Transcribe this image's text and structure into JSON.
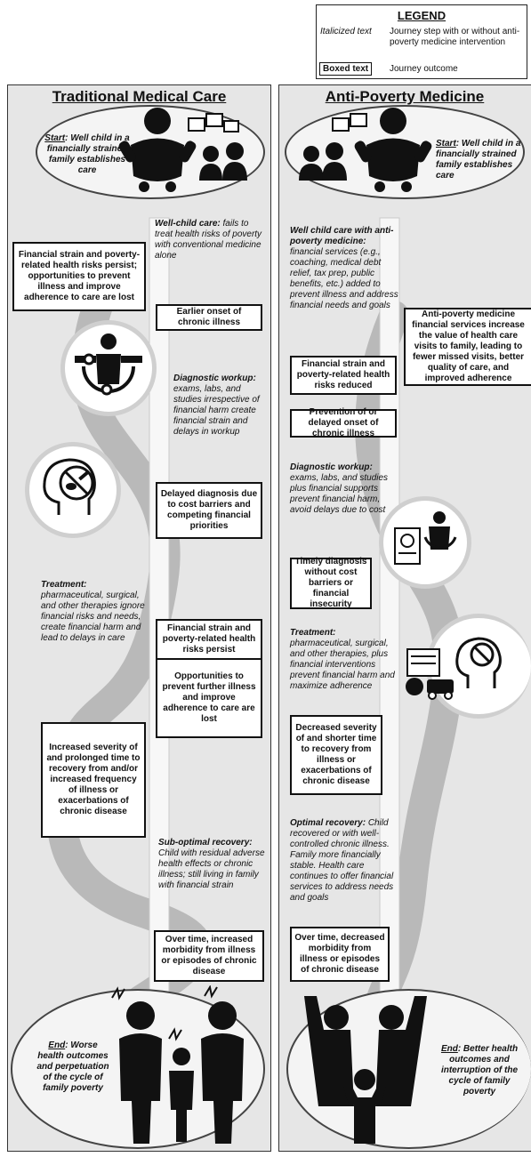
{
  "legend": {
    "title": "LEGEND",
    "italic_key": "Italicized text",
    "italic_desc": "Journey step with or without anti-poverty medicine intervention",
    "boxed_key": "Boxed text",
    "boxed_desc": "Journey outcome"
  },
  "left": {
    "title": "Traditional Medical Care",
    "start_label": "Start",
    "start_text": ": Well child in a financially strained family establishes care",
    "step1_label": "Well-child care:",
    "step1_text": " fails to treat health risks of poverty with conventional medicine alone",
    "side_box1": "Financial strain and poverty-related health risks persist; opportunities to prevent illness and improve adherence to care are lost",
    "box_onset": "Earlier onset of chronic illness",
    "diag_label": "Diagnostic workup:",
    "diag_text": " exams, labs, and studies irrespective of financial harm create financial strain and delays in workup",
    "box_delayed": "Delayed diagnosis due to cost barriers and competing financial priorities",
    "treat_label": "Treatment:",
    "treat_text": " pharmaceutical, surgical, and other therapies ignore financial risks and needs, create financial harm and lead to delays in care",
    "box_strain": "Financial strain and poverty-related health risks persist",
    "box_opps": "Opportunities to prevent further illness and improve adherence to care are lost",
    "box_severity": "Increased severity of and prolonged time to recovery from and/or increased frequency of illness or exacerbations of chronic disease",
    "sub_label": "Sub-optimal recovery:",
    "sub_text": " Child with residual adverse health effects or chronic illness; still living in family with financial strain",
    "box_morbidity": "Over time, increased morbidity from illness or episodes of chronic disease",
    "end_label": "End",
    "end_text": ": Worse health outcomes and perpetuation of the cycle of family poverty"
  },
  "right": {
    "title": "Anti-Poverty Medicine",
    "start_label": "Start",
    "start_text": ": Well child in a financially strained family establishes care",
    "step1_label": "Well child care with anti-poverty medicine:",
    "step1_text": " financial services (e.g., coaching, medical debt relief, tax prep, public benefits, etc.) added to prevent illness and address financial needs and goals",
    "side_box1": "Anti-poverty medicine financial services increase the value of health care visits to family, leading to fewer missed visits, better quality of care, and improved adherence",
    "box_reduced": "Financial strain and poverty-related health risks reduced",
    "box_prevention": "Prevention of or delayed onset of chronic illness",
    "diag_label": "Diagnostic workup:",
    "diag_text": " exams, labs, and studies plus financial supports prevent financial harm, avoid delays due to cost",
    "box_timely": "Timely diagnosis without cost barriers or financial insecurity",
    "treat_label": "Treatment:",
    "treat_text": " pharmaceutical, surgical, and other therapies, plus financial interventions prevent financial harm and maximize adherence",
    "box_decreased": "Decreased severity of and shorter time to recovery from illness or exacerbations of chronic disease",
    "opt_label": "Optimal recovery:",
    "opt_text": " Child recovered or with well-controlled chronic illness. Family more financially stable. Health care continues to offer financial services to address needs and goals",
    "box_morbidity": "Over time, decreased morbidity from illness or episodes of chronic disease",
    "end_label": "End",
    "end_text": ": Better health outcomes and interruption of the cycle of family poverty"
  }
}
